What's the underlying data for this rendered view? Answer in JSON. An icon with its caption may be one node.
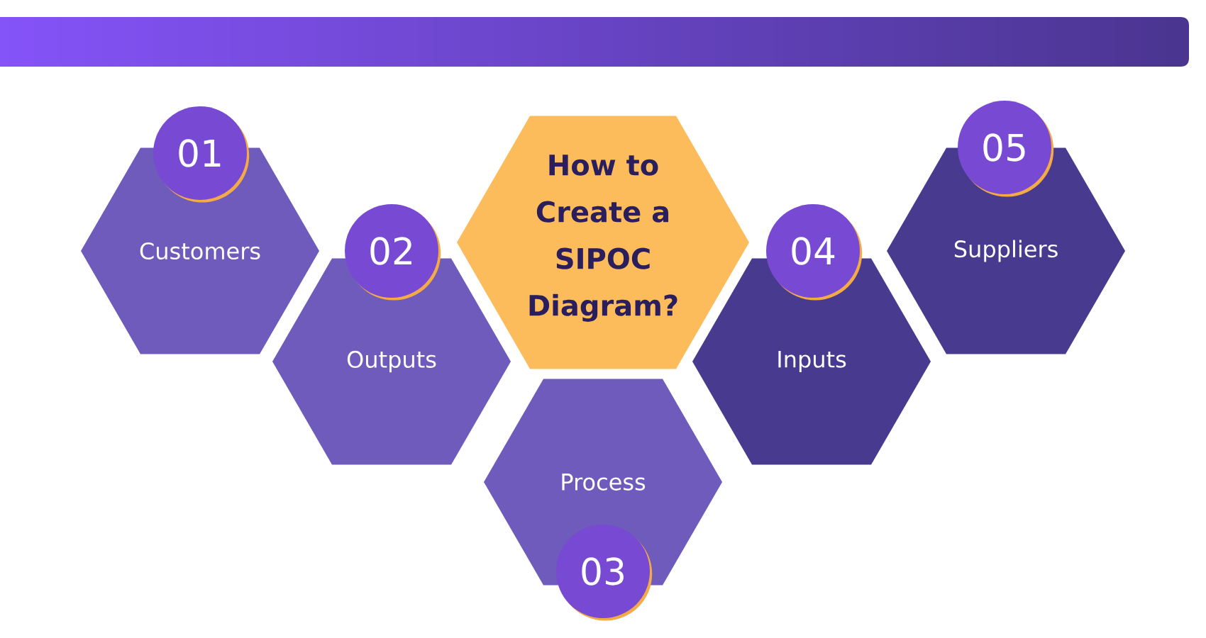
{
  "diagram": {
    "nodes": [
      {
        "text": [
          "How to Create a SIPOC Diagram?"
        ]
      },
      {
        "text": [
          "01"
        ]
      },
      {
        "text": [
          "Customers"
        ]
      },
      {
        "text": [
          "02"
        ]
      },
      {
        "text": [
          "Outputs"
        ]
      },
      {
        "text": [
          "Process"
        ]
      },
      {
        "text": [
          "03"
        ]
      },
      {
        "text": [
          "04"
        ]
      },
      {
        "text": [
          "Inputs"
        ]
      },
      {
        "text": [
          "05"
        ]
      },
      {
        "text": [
          "Suppliers"
        ]
      }
    ]
  }
}
